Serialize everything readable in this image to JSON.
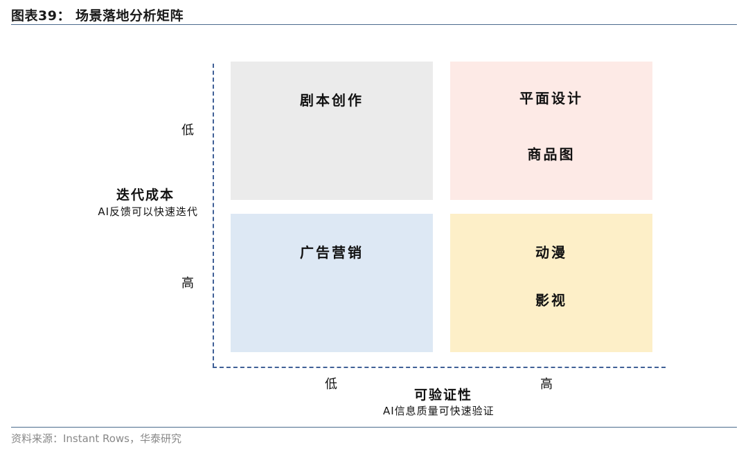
{
  "header": {
    "title": "图表39：  场景落地分析矩阵"
  },
  "axes": {
    "y": {
      "title": "迭代成本",
      "subtitle": "AI反馈可以快速迭代",
      "ticks": [
        "低",
        "高"
      ]
    },
    "x": {
      "title": "可验证性",
      "subtitle": "AI信息质量可快速验证",
      "ticks": [
        "低",
        "高"
      ]
    }
  },
  "quadrants": {
    "top_left": {
      "labels": [
        "剧本创作"
      ],
      "color": "#ebebeb"
    },
    "top_right": {
      "labels": [
        "平面设计",
        "商品图"
      ],
      "color": "#fdeae6"
    },
    "bottom_left": {
      "labels": [
        "广告营销"
      ],
      "color": "#dde8f4"
    },
    "bottom_right": {
      "labels": [
        "动漫",
        "影视"
      ],
      "color": "#fdefc8"
    }
  },
  "footer": {
    "source": "资料来源：Instant Rows，华泰研究"
  },
  "colors": {
    "axis": "#3f5f96",
    "rule": "#4a6a8c"
  }
}
